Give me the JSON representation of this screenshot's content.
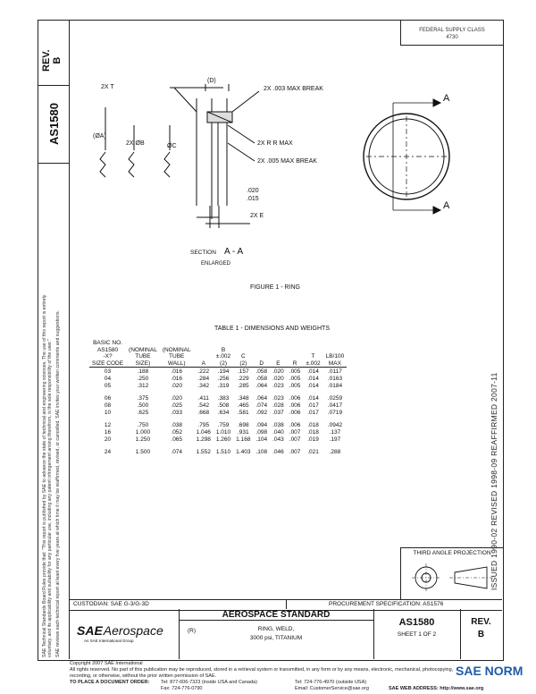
{
  "side": {
    "rev_label": "REV.",
    "rev_value": "B",
    "doc_number": "AS1580",
    "disclaimer_lines": [
      "SAE Technical Standards Board Rules provide that: \"This report is published by SAE to advance the state of technical and engineering sciences. The use of this report is entirely",
      "voluntary, and its applicability and suitability for any particular use, including any patent infringement arising therefrom, is the sole responsibility of the user.\"",
      "SAE reviews each technical report at least every five years at which time it may be reaffirmed, revised, or cancelled. SAE invites your written comments and suggestions."
    ],
    "revision_history": "ISSUED 1990-02     REVISED 1998-09     REAFFIRMED 2007-11"
  },
  "header": {
    "federal_supply_class": "FEDERAL SUPPLY CLASS",
    "fsc_number": "4730"
  },
  "figure": {
    "callouts": {
      "t": "2X T",
      "d": "(D)",
      "a_dia": "(ØA)",
      "b_dia": "2X ØB",
      "c_dia": "ØC",
      "break1": "2X .003 MAX BREAK",
      "r_max": "2X R R MAX",
      "break2": "2X .005 MAX BREAK",
      "dim1": ".020",
      "dim2": ".015",
      "e": "2X E",
      "section_a": "A"
    },
    "section_word": "SECTION",
    "section_label": "A - A",
    "enlarged": "ENLARGED",
    "caption": "FIGURE 1 - RING"
  },
  "table": {
    "title": "TABLE 1 - DIMENSIONS AND WEIGHTS",
    "headers": [
      [
        "BASIC NO.",
        "AS1580",
        "-X?",
        "SIZE CODE"
      ],
      [
        "(NOMINAL",
        "TUBE",
        "SIZE)"
      ],
      [
        "(NOMINAL",
        "TUBE",
        "WALL)"
      ],
      [
        "A"
      ],
      [
        "B",
        "±.002",
        "(2)"
      ],
      [
        "C",
        "(2)"
      ],
      [
        "D"
      ],
      [
        "E"
      ],
      [
        "R"
      ],
      [
        "T",
        "±.002"
      ],
      [
        "LB/100",
        "MAX"
      ]
    ],
    "groups": [
      [
        [
          "03",
          ".188",
          ".016",
          ".222",
          ".194",
          ".157",
          ".058",
          ".020",
          ".005",
          ".014",
          ".0117"
        ],
        [
          "04",
          ".250",
          ".016",
          ".284",
          ".256",
          ".229",
          ".058",
          ".020",
          ".005",
          ".014",
          ".0163"
        ],
        [
          "05",
          ".312",
          ".020",
          ".342",
          ".319",
          ".285",
          ".064",
          ".023",
          ".005",
          ".014",
          ".0184"
        ]
      ],
      [
        [
          "06",
          ".375",
          ".020",
          ".411",
          ".383",
          ".348",
          ".064",
          ".023",
          ".006",
          ".014",
          ".0259"
        ],
        [
          "08",
          ".500",
          ".025",
          ".542",
          ".508",
          ".465",
          ".074",
          ".028",
          ".006",
          ".017",
          ".0417"
        ],
        [
          "10",
          ".625",
          ".033",
          ".668",
          ".634",
          ".581",
          ".092",
          ".037",
          ".006",
          ".017",
          ".0719"
        ]
      ],
      [
        [
          "12",
          ".750",
          ".038",
          ".795",
          ".759",
          ".698",
          ".094",
          ".038",
          ".006",
          ".018",
          ".0942"
        ],
        [
          "16",
          "1.000",
          ".052",
          "1.046",
          "1.010",
          ".931",
          ".098",
          ".040",
          ".007",
          ".018",
          ".137"
        ],
        [
          "20",
          "1.250",
          ".065",
          "1.298",
          "1.260",
          "1.168",
          ".104",
          ".043",
          ".007",
          ".019",
          ".197"
        ]
      ],
      [
        [
          "24",
          "1.500",
          ".074",
          "1.552",
          "1.510",
          "1.403",
          ".108",
          ".046",
          ".007",
          ".021",
          ".288"
        ]
      ]
    ]
  },
  "projection": {
    "label": "THIRD ANGLE PROJECTION"
  },
  "title_block": {
    "custodian": "CUSTODIAN:  SAE G-3/G-3D",
    "procurement": "PROCUREMENT SPECIFICATION:  AS1576",
    "logo_main": "SAE",
    "logo_sub": "Aerospace",
    "logo_tagline": "An SAE International Group",
    "heading": "AEROSPACE STANDARD",
    "ref_mark": "(R)",
    "desc_line1": "RING, WELD,",
    "desc_line2": "3000 psi, TITANIUM",
    "doc_number": "AS1580",
    "sheet": "SHEET 1 OF 2",
    "rev_label": "REV.",
    "rev_value": "B"
  },
  "footer": {
    "copyright1": "Copyright 2007 SAE International",
    "copyright2": "All rights reserved. No part of this publication may be reproduced, stored in a retrieval system or transmitted, in any form or by any means, electronic, mechanical, photocopying,",
    "copyright3": "recording, or otherwise, without the prior written permission of SAE.",
    "order_label": "TO PLACE A DOCUMENT ORDER:",
    "tel1": "Tel: 877-606-7323 (inside USA and Canada)",
    "fax": "Fax: 724-776-0790",
    "tel2": "Tel: 724-776-4970 (outside USA)",
    "email": "Email: CustomerService@sae.org",
    "web": "SAE WEB ADDRESS: http://www.sae.org"
  },
  "watermark": {
    "text": "SAE NORM",
    "color": "#1e5ba8"
  }
}
